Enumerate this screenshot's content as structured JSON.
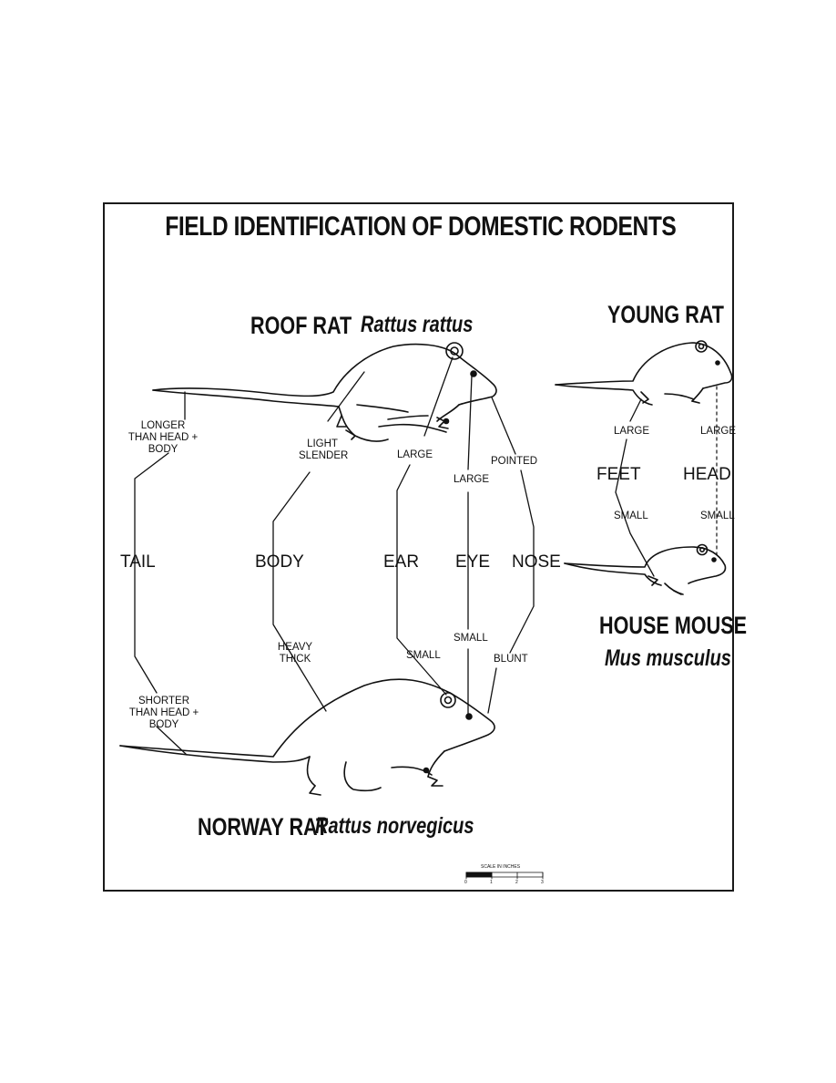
{
  "title": "FIELD IDENTIFICATION OF DOMESTIC RODENTS",
  "species": {
    "roof_rat": {
      "common": "ROOF RAT",
      "latin": "Rattus rattus"
    },
    "norway_rat": {
      "common": "NORWAY RAT",
      "latin": "Rattus norvegicus"
    },
    "young_rat": {
      "common": "YOUNG RAT"
    },
    "house_mouse": {
      "common": "HOUSE MOUSE",
      "latin": "Mus musculus"
    }
  },
  "features": {
    "tail": {
      "label": "TAIL",
      "roof": "LONGER THAN HEAD + BODY",
      "norway": "SHORTER THAN HEAD + BODY"
    },
    "body": {
      "label": "BODY",
      "roof": "LIGHT SLENDER",
      "norway": "HEAVY THICK"
    },
    "ear": {
      "label": "EAR",
      "roof": "LARGE",
      "norway": "SMALL"
    },
    "eye": {
      "label": "EYE",
      "roof": "LARGE",
      "norway": "SMALL"
    },
    "nose": {
      "label": "NOSE",
      "roof": "POINTED",
      "norway": "BLUNT"
    }
  },
  "young_vs_mouse": {
    "feet": {
      "label": "FEET",
      "young": "LARGE",
      "mouse": "SMALL"
    },
    "head": {
      "label": "HEAD",
      "young": "LARGE",
      "mouse": "SMALL"
    }
  },
  "scale": {
    "title": "SCALE IN INCHES",
    "ticks": [
      "0",
      "1",
      "2",
      "3"
    ]
  }
}
